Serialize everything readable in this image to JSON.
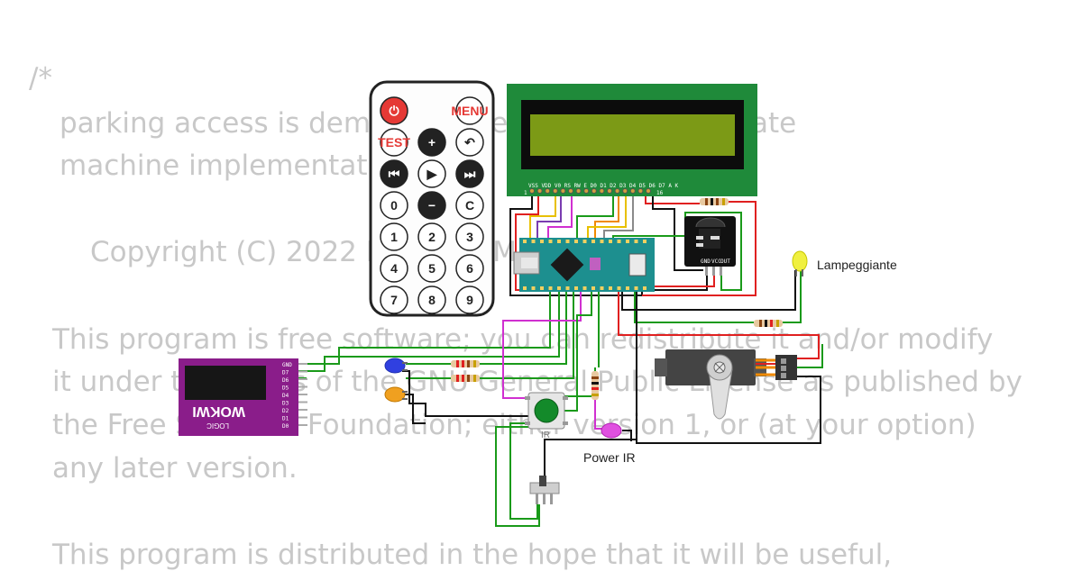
{
  "background_code": {
    "comment_open": "/*",
    "lines": [
      "parking access is demo of Finite State Machine state",
      "machine implementation",
      "Copyright (C) 2022 Maurizio Malaspina",
      "This program is free software; you can redistribute it and/or modify",
      "it under the terms of the GNU General Public License as published by",
      "the Free Software Foundation; either version 1, or (at your option)",
      "any later version.",
      "This program is distributed in the hope that it will be useful,"
    ]
  },
  "components": {
    "remote": {
      "keys": [
        {
          "label": "⏻",
          "color": "#e53935",
          "text": "#ffffff"
        },
        {
          "label": "MENU",
          "color": "#ffffff",
          "text": "#e53935"
        },
        {
          "label": "TEST",
          "color": "#ffffff",
          "text": "#e53935"
        },
        {
          "label": "+",
          "color": "#222222",
          "text": "#ffffff"
        },
        {
          "label": "↶",
          "color": "#ffffff",
          "text": "#222222"
        },
        {
          "label": "⏮",
          "color": "#222222",
          "text": "#ffffff"
        },
        {
          "label": "▶",
          "color": "#ffffff",
          "text": "#222222"
        },
        {
          "label": "⏭",
          "color": "#222222",
          "text": "#ffffff"
        },
        {
          "label": "0",
          "color": "#ffffff",
          "text": "#222222"
        },
        {
          "label": "−",
          "color": "#222222",
          "text": "#ffffff"
        },
        {
          "label": "C",
          "color": "#ffffff",
          "text": "#222222"
        },
        {
          "label": "1",
          "color": "#ffffff",
          "text": "#222222"
        },
        {
          "label": "2",
          "color": "#ffffff",
          "text": "#222222"
        },
        {
          "label": "3",
          "color": "#ffffff",
          "text": "#222222"
        },
        {
          "label": "4",
          "color": "#ffffff",
          "text": "#222222"
        },
        {
          "label": "5",
          "color": "#ffffff",
          "text": "#222222"
        },
        {
          "label": "6",
          "color": "#ffffff",
          "text": "#222222"
        },
        {
          "label": "7",
          "color": "#ffffff",
          "text": "#222222"
        },
        {
          "label": "8",
          "color": "#ffffff",
          "text": "#222222"
        },
        {
          "label": "9",
          "color": "#ffffff",
          "text": "#222222"
        }
      ]
    },
    "lcd_pins": "VSS VDD V0 RS RW E D0 D1 D2 D3 D4 D5 D6 D7 A K",
    "lcd_pin_first": "1",
    "lcd_pin_last": "16",
    "logic_analyzer": {
      "brand": "WOKWI",
      "subtitle": "LOGIC",
      "pins": [
        "GND",
        "D7",
        "D6",
        "D5",
        "D4",
        "D3",
        "D2",
        "D1",
        "D0"
      ]
    },
    "dht_pins": [
      "GND",
      "VCC",
      "OUT"
    ],
    "button_label": "IR",
    "led_label_right": "Lampeggiante",
    "led_label_bottom": "Power IR"
  },
  "colors": {
    "lcd_board": "#1f8a3a",
    "lcd_screen": "#7c9a16",
    "nano_board": "#1d8f8f",
    "logic_board": "#8a1d8a",
    "wire_green": "#1a9a1a",
    "wire_red": "#e02020",
    "wire_black": "#111111",
    "wire_magenta": "#d030d0",
    "wire_yellow": "#e8c000",
    "wire_orange": "#f08a00",
    "wire_gray": "#8a8a8a",
    "wire_purple": "#7a3cb0",
    "code_text": "#c8c8c8"
  }
}
